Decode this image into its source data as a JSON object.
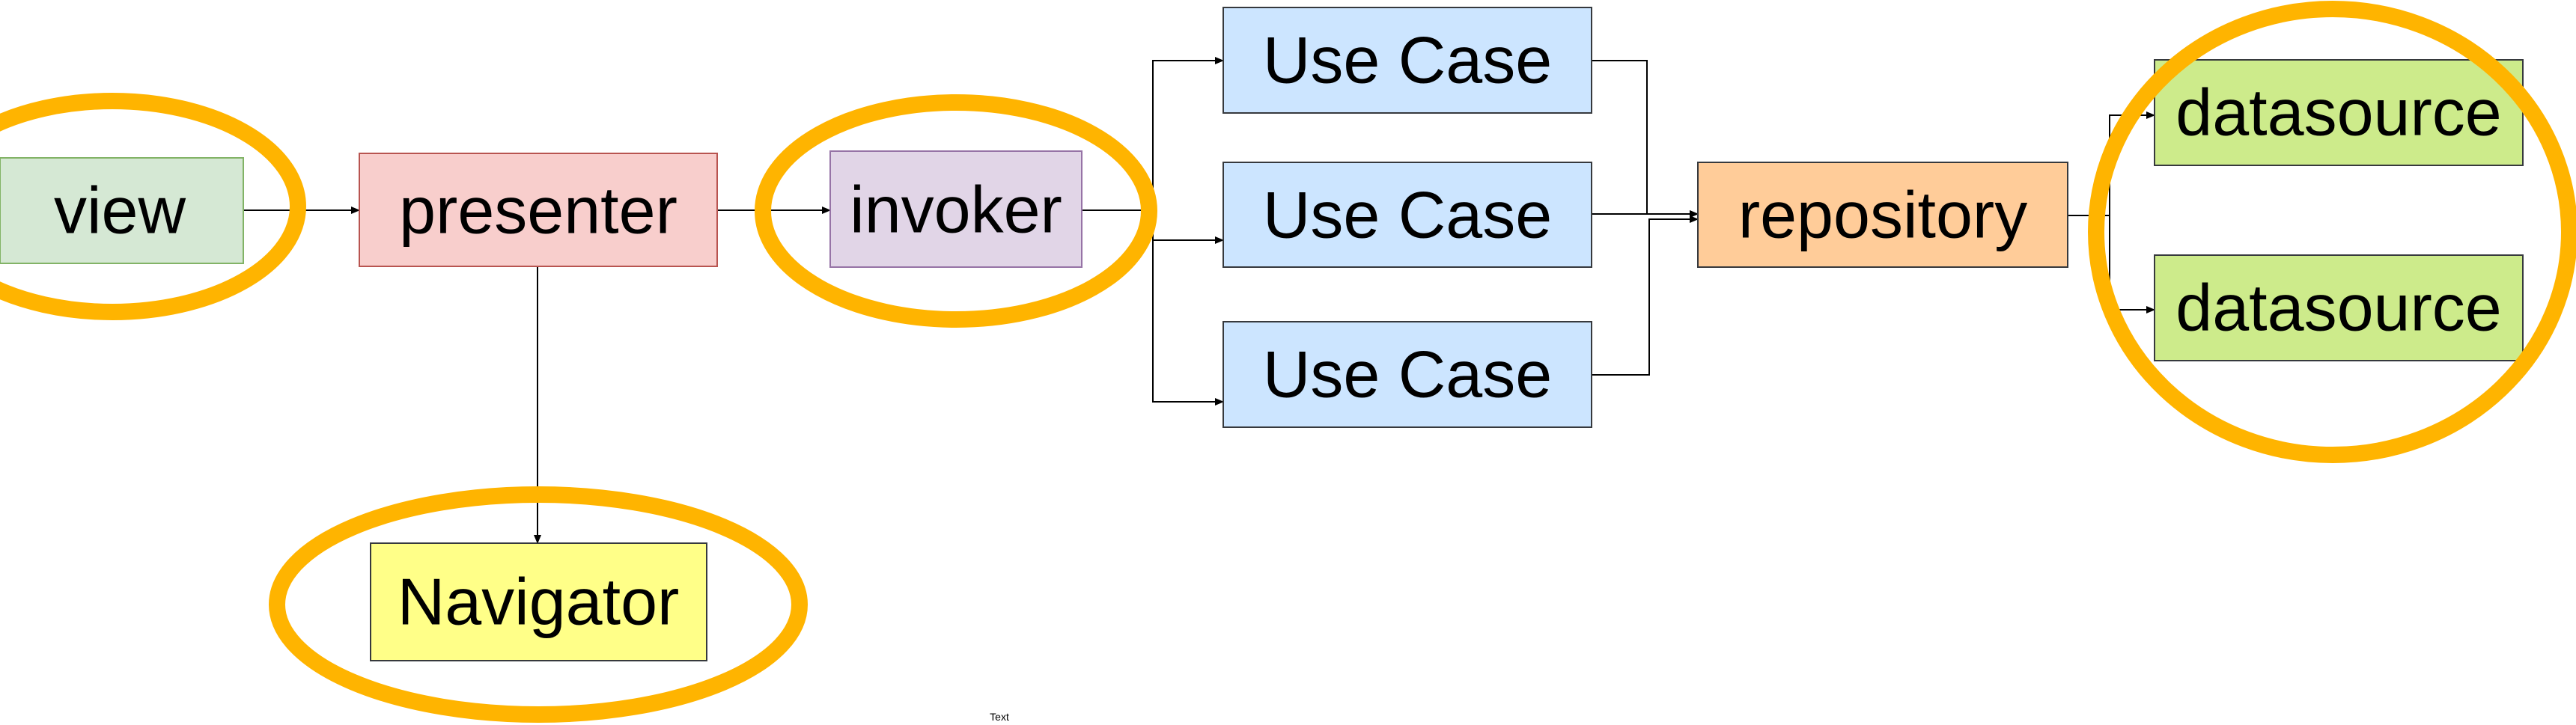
{
  "nodes": {
    "view": {
      "label": "view",
      "fill": "#D5E8D4",
      "stroke": "#82B366"
    },
    "presenter": {
      "label": "presenter",
      "fill": "#F8CECC",
      "stroke": "#B85450"
    },
    "invoker": {
      "label": "invoker",
      "fill": "#E1D5E7",
      "stroke": "#9673A6"
    },
    "use_case_1": {
      "label": "Use Case",
      "fill": "#CCE5FF",
      "stroke": "#36393D"
    },
    "use_case_2": {
      "label": "Use Case",
      "fill": "#CCE5FF",
      "stroke": "#36393D"
    },
    "use_case_3": {
      "label": "Use Case",
      "fill": "#CCE5FF",
      "stroke": "#36393D"
    },
    "repository": {
      "label": "repository",
      "fill": "#FFCC99",
      "stroke": "#36393D"
    },
    "datasource_1": {
      "label": "datasource",
      "fill": "#CDEB8B",
      "stroke": "#36393D"
    },
    "datasource_2": {
      "label": "datasource",
      "fill": "#CDEB8B",
      "stroke": "#36393D"
    },
    "navigator": {
      "label": "Navigator",
      "fill": "#FFFF88",
      "stroke": "#36393D"
    }
  },
  "edges": [
    {
      "from": "view",
      "to": "presenter"
    },
    {
      "from": "presenter",
      "to": "invoker"
    },
    {
      "from": "presenter",
      "to": "navigator"
    },
    {
      "from": "invoker",
      "to": "use_case_1"
    },
    {
      "from": "invoker",
      "to": "use_case_2"
    },
    {
      "from": "invoker",
      "to": "use_case_3"
    },
    {
      "from": "use_case_1",
      "to": "repository"
    },
    {
      "from": "use_case_2",
      "to": "repository"
    },
    {
      "from": "use_case_3",
      "to": "repository"
    },
    {
      "from": "repository",
      "to": "datasource_1"
    },
    {
      "from": "repository",
      "to": "datasource_2"
    }
  ],
  "highlight_color": "#FFB400",
  "highlighted": [
    "view",
    "invoker",
    "navigator",
    "datasource_1",
    "datasource_2"
  ],
  "misc_text": "Text"
}
